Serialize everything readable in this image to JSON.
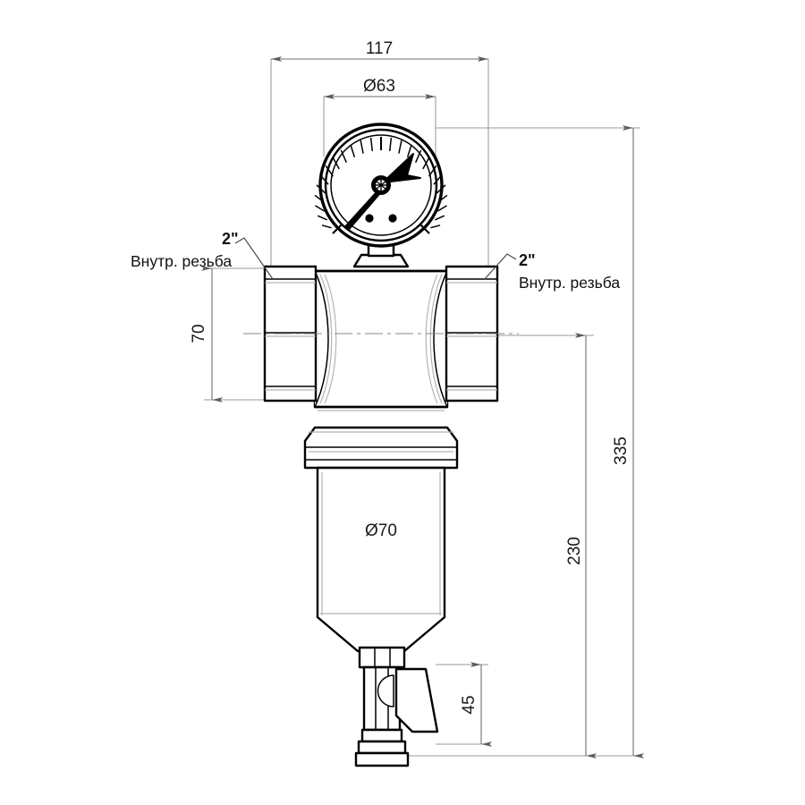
{
  "drawing": {
    "title": "Self-cleaning mesh water filter with pressure gauge — dimensioned technical drawing",
    "units": "mm",
    "line_color": "#000000",
    "dim_color": "#6e6e6e",
    "background": "#ffffff"
  },
  "dimensions": {
    "overall_width": "117",
    "gauge_diameter": "Ø63",
    "body_height": "70",
    "bowl_diameter": "Ø70",
    "overall_height": "335",
    "body_to_bottom": "230",
    "drain_valve_height": "45"
  },
  "annotations": {
    "left": {
      "size": "2\"",
      "note": "Внутр. резьба"
    },
    "right": {
      "size": "2\"",
      "note": "Внутр. резьба"
    }
  },
  "components": {
    "gauge": "pressure-gauge",
    "body": "filter-body-tee",
    "inlet": "inlet-union-nut",
    "outlet": "outlet-union-nut",
    "collar": "bowl-collar-flange",
    "bowl": "filter-bowl-sump",
    "drain": "drain-valve",
    "handle": "drain-valve-lever",
    "barb": "drain-hose-barb"
  }
}
